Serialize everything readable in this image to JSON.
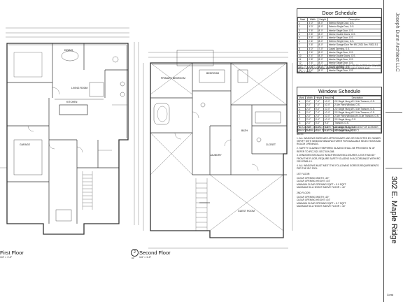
{
  "floor_labels": {
    "first": {
      "name": "First Floor",
      "scale": "1/4\" = 1'-0\""
    },
    "second": {
      "name": "Second Floor",
      "number": "2",
      "sheet": "A2",
      "scale": "1/4\" = 1'-0\""
    }
  },
  "room_labels": [
    "LIVING ROOM",
    "KITCHEN",
    "DINING",
    "GARAGE",
    "PRIMARY BEDROOM",
    "BEDROOM",
    "BATH",
    "CLOSET",
    "LAUNDRY",
    "GUEST ROOM"
  ],
  "door_schedule": {
    "title": "Door Schedule",
    "headers": [
      "Mark",
      "Width",
      "Height",
      "Description"
    ],
    "rows": [
      [
        "1",
        "3'-0\"",
        "8'-0\"",
        "Exterior Single Door, O.S."
      ],
      [
        "2",
        "3'-0\"",
        "8'-0\"",
        "Exterior Single Door, O.S."
      ],
      [
        "3",
        "2'-8\"",
        "8'-0\"",
        "Interior Single Door, O.S."
      ],
      [
        "4",
        "2'-8\"",
        "8'-0\"",
        "Interior Double Doors, O.S."
      ],
      [
        "5",
        "2'-8\"",
        "8'-0\"",
        "Interior Single Door, O.S."
      ],
      [
        "6",
        "2'-6\"",
        "8'-0\"",
        "Exterior Single Door, O.S."
      ],
      [
        "7",
        "2'-8\"",
        "8'-0\"",
        "Interior Garage Door Per IRC 2021 Sec. R302.5.1"
      ],
      [
        "8",
        "3'-0\"",
        "7'-0\"",
        "Cased Opening, O.S."
      ],
      [
        "9",
        "2'-6\"",
        "8'-0\"",
        "Interior Single Door, O.S."
      ],
      [
        "10",
        "2'-4\"",
        "8'-0\"",
        "Interior Double Doors, O.S."
      ],
      [
        "11",
        "2'-8\"",
        "8'-0\"",
        "Interior Single Door, O.S."
      ],
      [
        "12",
        "2'-6\"",
        "8'-0\"",
        "Interior Single Door, O.S."
      ],
      [
        "13",
        "2'-8\"",
        "8'-0\"",
        "Cased Opening, O.S."
      ],
      [
        "14",
        "2'-4\"",
        "8'-0\"",
        "Interior Single Door, O.S."
      ]
    ],
    "note_label": "NOTE:",
    "note": "ALL DOOR SIZES ARE APPROXIMATE AND OR SELECTED BY OWNER. VERIFY WITH DOOR MANUFACTURER FOR AVAILABLE SIZES AND SELECTIONS."
  },
  "window_schedule": {
    "title": "Window Schedule",
    "headers": [
      "Mark",
      "Width",
      "Height",
      "Head Height",
      "Description"
    ],
    "rows": [
      [
        "A",
        "2'-0\"",
        "7'-0\"",
        "10'-0\"",
        "2/2 Single Hung W/ 2 Lite Transom, O.S."
      ],
      [
        "B",
        "2'-0\"",
        "7'-0\"",
        "10'-0\"",
        "2 Lite Fixed Window, O.S."
      ],
      [
        "C",
        "2'-0\"",
        "5'-0\"",
        "10'-0\"",
        "2/2 Single Hung W/ 2 Lite Transom, O.S."
      ],
      [
        "D",
        "2'-0\"",
        "7'-0\"",
        "10'-0\"",
        "2/2 Single Hung W/ 2 Lite Transom, O.S."
      ],
      [
        "E",
        "2'-0\"",
        "2'-0\"",
        "10'-0\"",
        "2 Lite Fixed Window W/ 2 Lite Transom, O.S."
      ],
      [
        "F",
        "2'-0\"",
        "5'-0\"",
        "10'-0\"",
        "2/2 Single Hung, O.S."
      ],
      [
        "G",
        "2'-0\"",
        "5'-0\"",
        "9'-0\"",
        "Transom, O.S."
      ],
      [
        "H",
        "2'-0\"",
        "5'-0\"",
        "9'-0\"",
        "2/2 Single Hung, O.S."
      ],
      [
        "I",
        "2'-0\"",
        "5'-0\"",
        "9'-0\"",
        "2/2 Single Hung, O.S."
      ]
    ],
    "intro": "*PLEASE SEE SECOND FLOOR PLAN AND OR ELEVATIONS FOR DORMER WINDOWS AND OR OTHER WINDOWS MARKED WITH (*)",
    "note_label": "NOTE:",
    "notes": [
      "1. ALL WINDOWS SIZES ARE APPROXIMATE AND OR SELECTED BY OWNER. VERIFY WITH WINDOW MANUFACTURER FOR AVAILABLE SELECTIONS AND ROUGH OPENINGS.",
      "2. SAFETY GLAZING/ TEMPERED GLAZING SHALL BE PROVIDED IN 18\" REFER TO IRC 2021 SECTION 308.",
      "3. WINDOWS INSTALLED IN BATHROOM ENCLOSURES, LESS THAN 60\" FROM THE FLOOR, REQUIRE SAFETY GLAZING IN ACCORDANCE WITH IRC 2021 R308.4.5.",
      "4. ALL WINDOWS MUST MEET THE FOLLOWING EGRESS REQUIREMENTS PER THE IRC 2021:"
    ],
    "egress_1st": {
      "title": "1ST FLOOR:",
      "lines": [
        "CLEAR OPENING WIDTH =20\"",
        "CLEAR OPENING HEIGHT =24\"",
        "MINIMUM CLEAR OPENING SQFT = 5.0 SQFT",
        "MAXIMUM SILL HEIGHT ABOVE FLOOR = 44\""
      ]
    },
    "egress_2nd": {
      "title": "2ND FLOOR:",
      "lines": [
        "CLEAR OPENING WIDTH =20\"",
        "CLEAR OPENING HEIGHT =24\"",
        "MINIMUM CLEAR OPENING SQFT = 5.7 SQFT",
        "MAXIMUM SILL HEIGHT ABOVE FLOOR = 44\""
      ]
    }
  },
  "title_block": {
    "address": "302 E. Maple Ridge",
    "firm": "Joseph Dunn Architect LLC",
    "small": "Const"
  },
  "colors": {
    "line": "#333333",
    "paper": "#ffffff"
  }
}
